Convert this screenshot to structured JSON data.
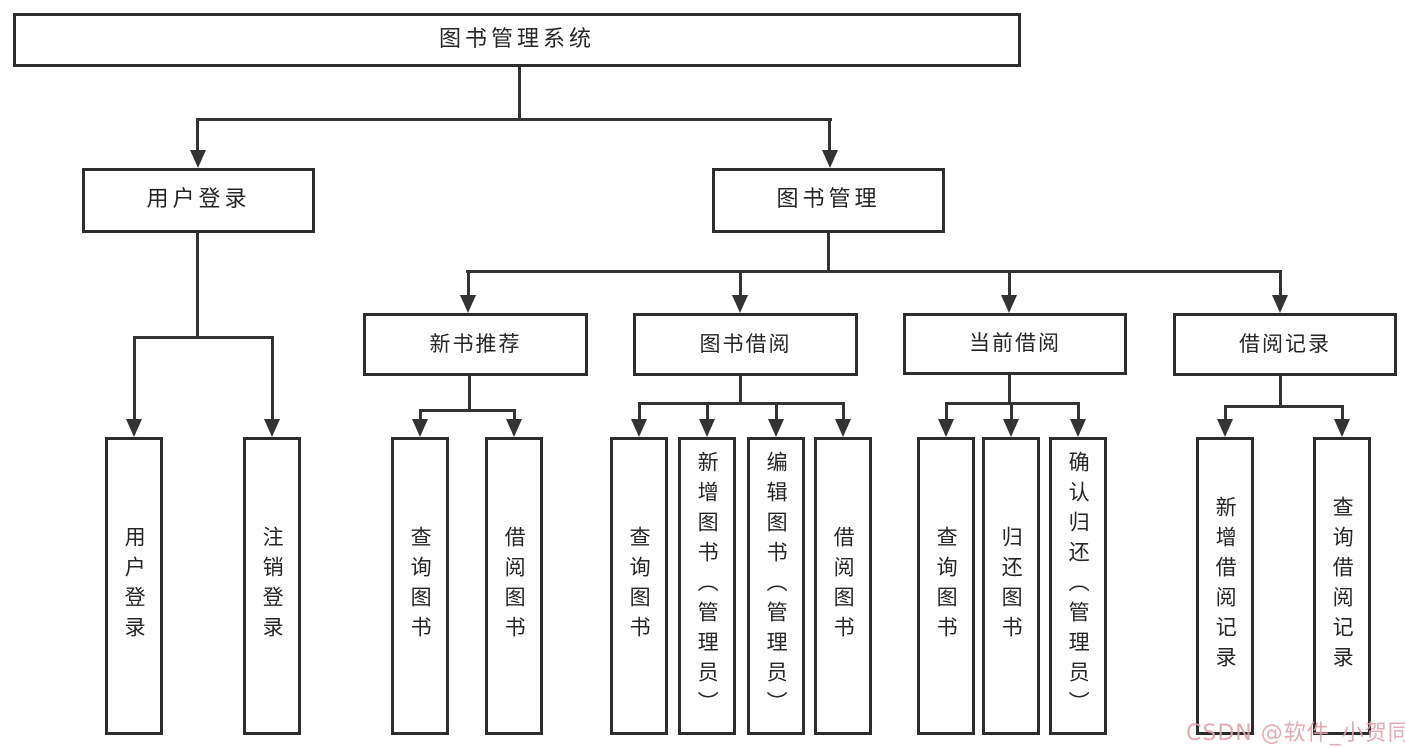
{
  "diagram": {
    "root": {
      "label": "图书管理系统",
      "children": [
        {
          "label": "用户登录",
          "children": [
            {
              "label": "用户登录"
            },
            {
              "label": "注销登录"
            }
          ]
        },
        {
          "label": "图书管理",
          "children": [
            {
              "label": "新书推荐",
              "children": [
                {
                  "label": "查询图书"
                },
                {
                  "label": "借阅图书"
                }
              ]
            },
            {
              "label": "图书借阅",
              "children": [
                {
                  "label": "查询图书"
                },
                {
                  "label": "新增图书（管理员）"
                },
                {
                  "label": "编辑图书（管理员）"
                },
                {
                  "label": "借阅图书"
                }
              ]
            },
            {
              "label": "当前借阅",
              "children": [
                {
                  "label": "查询图书"
                },
                {
                  "label": "归还图书"
                },
                {
                  "label": "确认归还（管理员）"
                }
              ]
            },
            {
              "label": "借阅记录",
              "children": [
                {
                  "label": "新增借阅记录"
                },
                {
                  "label": "查询借阅记录"
                }
              ]
            }
          ]
        }
      ]
    }
  },
  "colors": {
    "line": "#333333",
    "border": "#2d2d2d",
    "background": "#ffffff",
    "watermark": "#e2a2a9"
  },
  "watermark": {
    "text": "CSDN @软件_小贺同学"
  }
}
